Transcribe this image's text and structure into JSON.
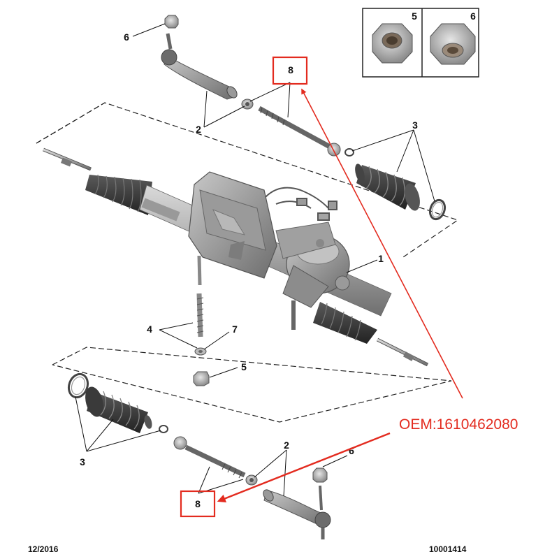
{
  "diagram": {
    "callouts": {
      "c1": "1",
      "c2_top": "2",
      "c2_bottom": "2",
      "c3_top": "3",
      "c3_bottom": "3",
      "c4": "4",
      "c5": "5",
      "c6_top": "6",
      "c6_bottom": "6",
      "c7": "7",
      "c8_top": "8",
      "c8_bottom": "8"
    },
    "inset": {
      "left_label": "5",
      "right_label": "6"
    },
    "oem_label": "OEM:1610462080",
    "footer": {
      "date": "12/2016",
      "reference": "10001414"
    }
  },
  "colors": {
    "highlight": "#e32b1f",
    "line": "#111111",
    "part_gray": "#8a8a8a",
    "boot_dark": "#3a3a3a"
  }
}
